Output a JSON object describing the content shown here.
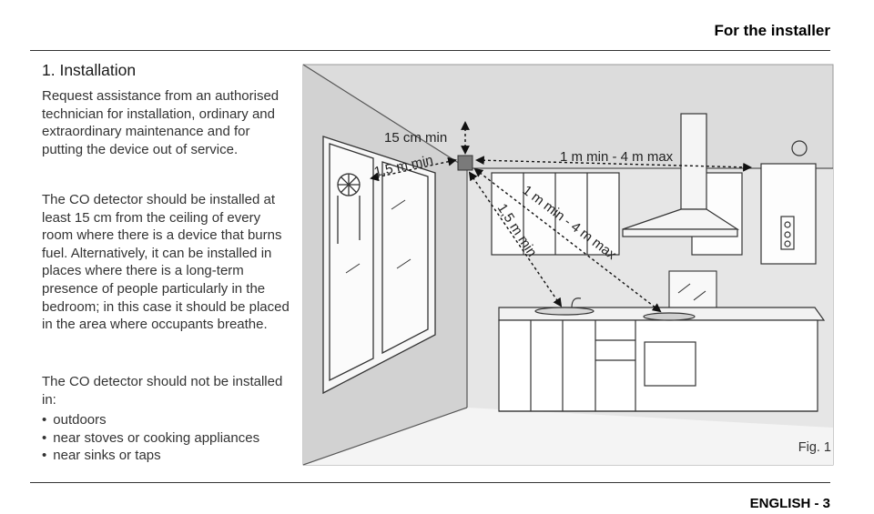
{
  "header": {
    "title": "For the installer"
  },
  "section": {
    "title": "1. Installation"
  },
  "paragraphs": {
    "p1": "Request assistance from an authorised technician for installation, ordinary and extraordinary maintenance and for putting the device out of service.",
    "p2": "The CO detector should be installed at least 15 cm from the ceiling of every room where there is a device that burns fuel. Alternatively, it can be installed in places where there is a long-term presence of people particularly in the bedroom; in this case it should be placed in the area where occupants breathe.",
    "p3": "The CO detector should not be installed in:"
  },
  "bullets": [
    "outdoors",
    "near stoves or cooking appliances",
    "near sinks or taps"
  ],
  "figure": {
    "label": "Fig. 1",
    "dimensions": {
      "ceiling": "15 cm min",
      "to_window": "1,5 m min",
      "to_boiler": "1 m min - 4 m max",
      "to_sink": "1,5 m min",
      "to_stove": "1 m min - 4 m max"
    }
  },
  "footer": {
    "page": "ENGLISH - 3"
  }
}
